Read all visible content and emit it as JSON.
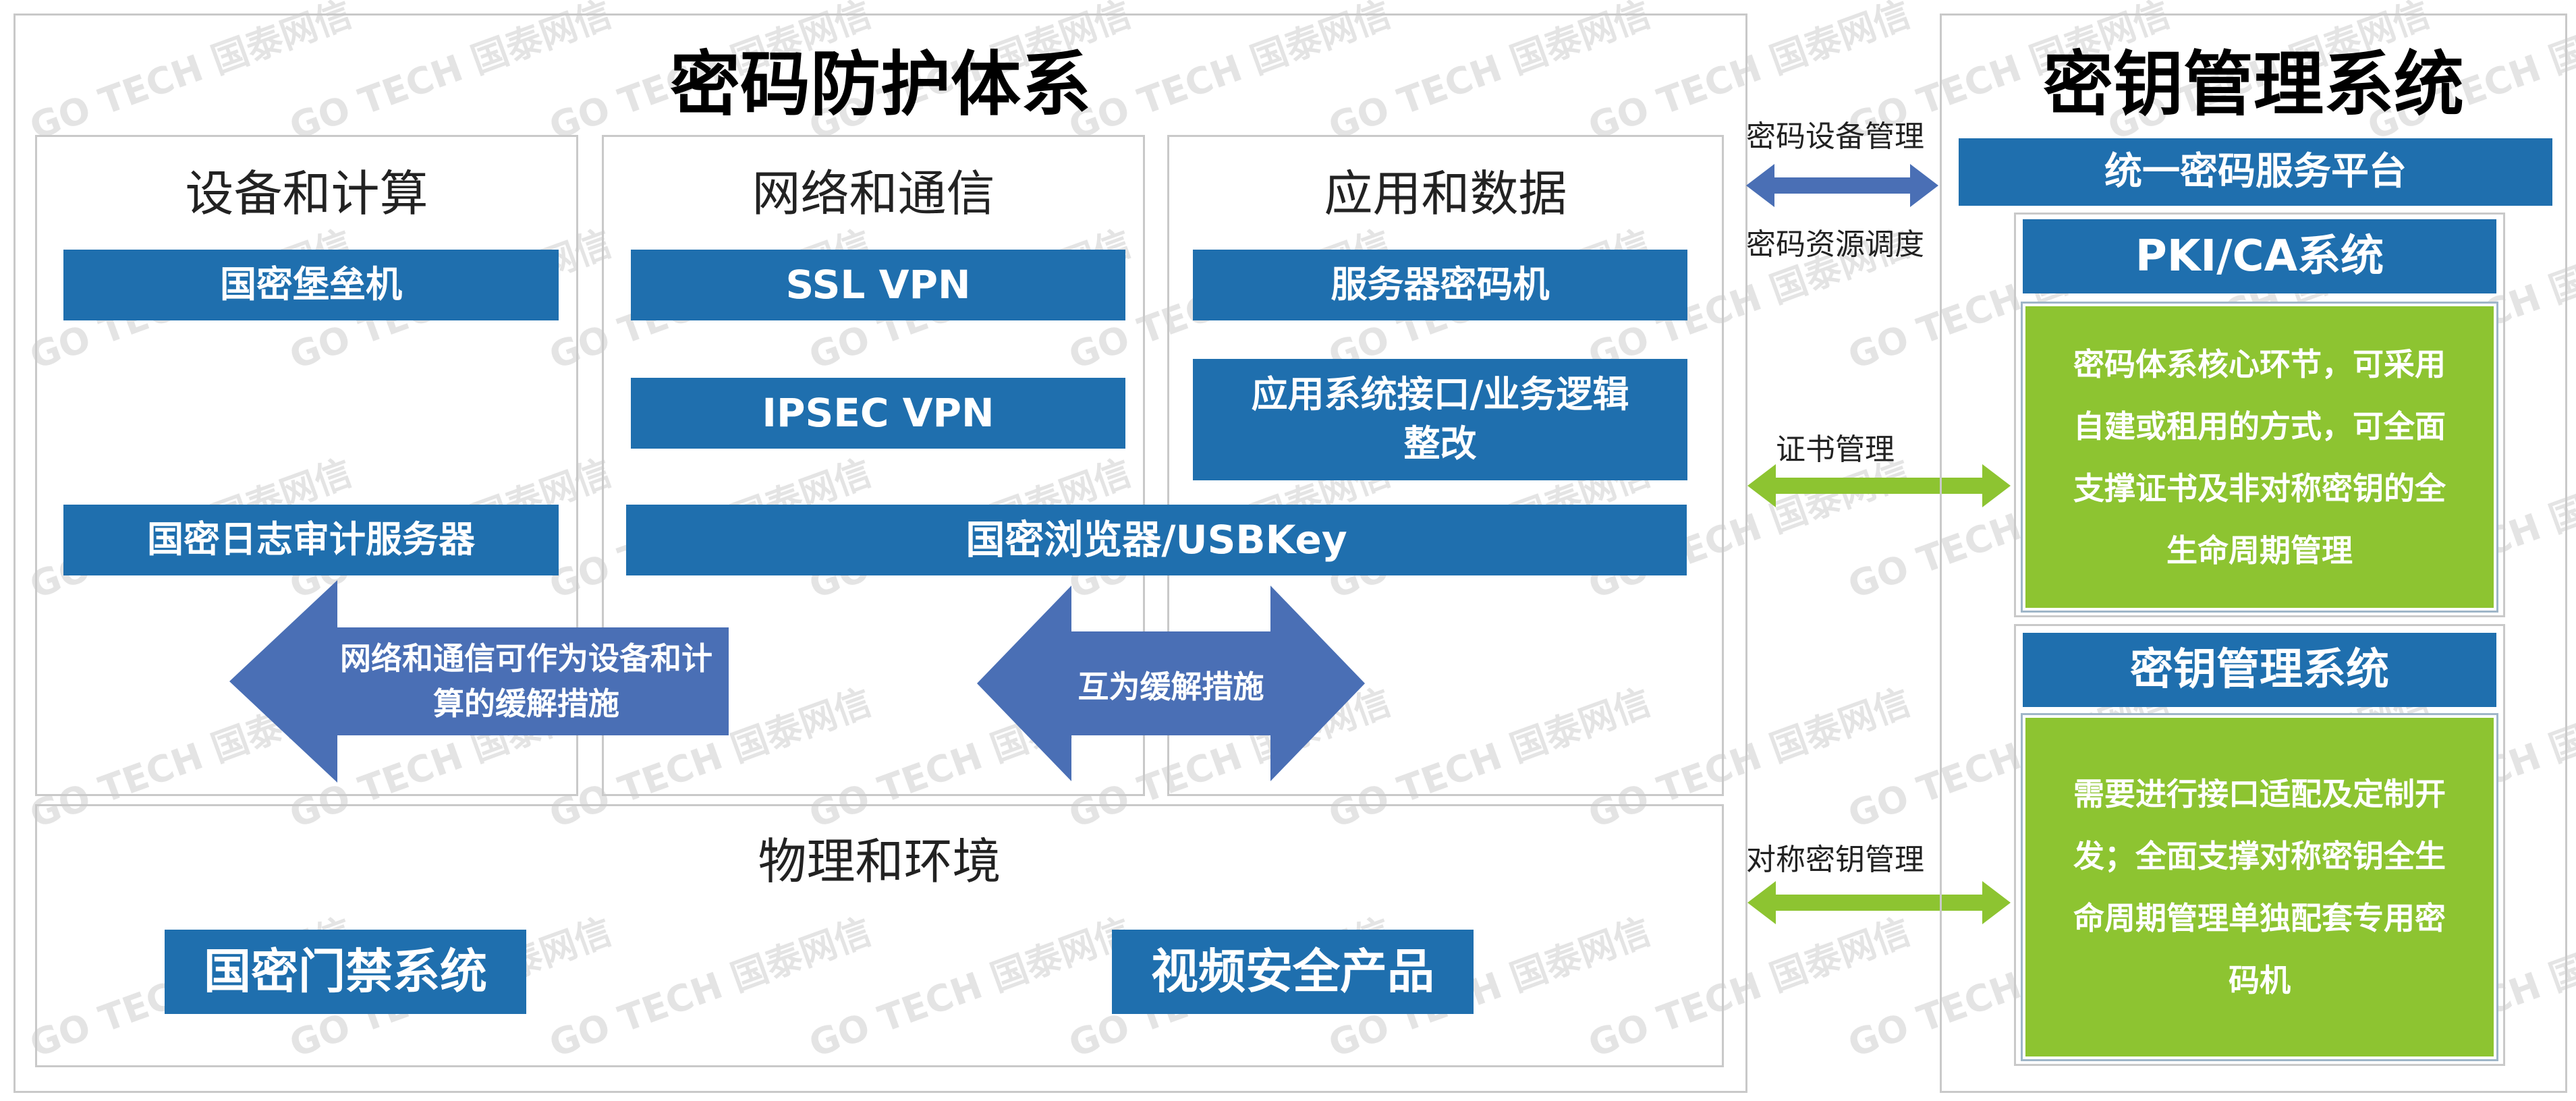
{
  "protection": {
    "title": "密码防护体系",
    "device": {
      "title": "设备和计算",
      "items": [
        "国密堡垒机",
        "国密日志审计服务器"
      ]
    },
    "network": {
      "title": "网络和通信",
      "items": [
        "SSL VPN",
        "IPSEC VPN"
      ]
    },
    "app": {
      "title": "应用和数据",
      "items": [
        "服务器密码机",
        "应用系统接口/业务逻辑整改"
      ]
    },
    "browser_bar": "国密浏览器/USBKey",
    "arrow_left_text": "网络和通信可作为设备和计算的缓解措施",
    "arrow_both_text": "互为缓解措施",
    "physical": {
      "title": "物理和环境",
      "items": [
        "国密门禁系统",
        "视频安全产品"
      ]
    }
  },
  "connectors": {
    "device_mgmt": "密码设备管理",
    "resource_sched": "密码资源调度",
    "cert_mgmt": "证书管理",
    "sym_key_mgmt": "对称密钥管理"
  },
  "kms": {
    "title": "密钥管理系统",
    "platform": "统一密码服务平台",
    "pki": {
      "title": "PKI/CA系统",
      "desc": "密码体系核心环节，可采用自建或租用的方式，可全面支撑证书及非对称密钥的全生命周期管理"
    },
    "km": {
      "title": "密钥管理系统",
      "desc": "需要进行接口适配及定制开发；全面支撑对称密钥全生命周期管理单独配套专用密码机"
    }
  },
  "watermark": {
    "brand": "GO TECH 国泰网信"
  },
  "colors": {
    "blue": "#1f6fae",
    "green": "#8dc431",
    "arrow_blue": "#4a6fb5",
    "arrow_green": "#8dc431"
  }
}
